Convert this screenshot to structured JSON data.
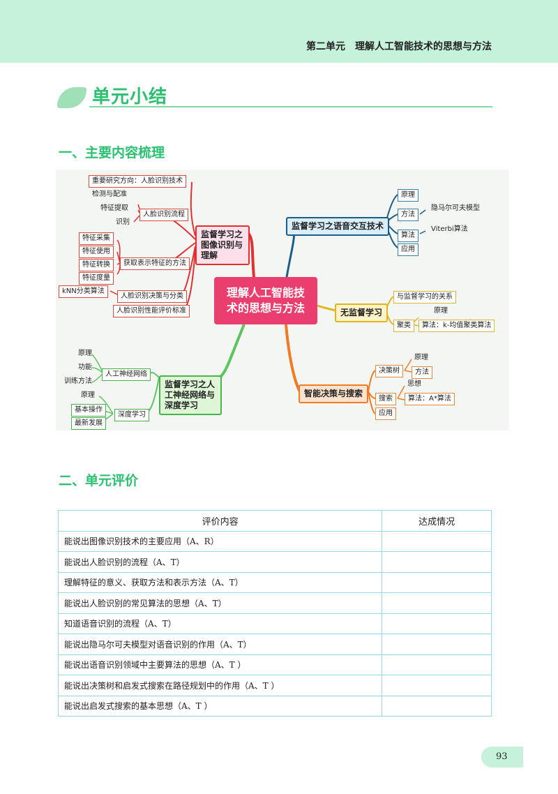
{
  "header": {
    "text": "第二单元　理解人工智能技术的思想与方法"
  },
  "section": {
    "title": "单元小结"
  },
  "headings": {
    "h1": "一、主要内容梳理",
    "h2": "二、单元评价"
  },
  "mindmap": {
    "center": [
      "理解人工智能技",
      "术的思想与方法"
    ],
    "branch_image": [
      "监督学习之",
      "图像识别与",
      "理解"
    ],
    "branch_speech": "监督学习之语音交互技术",
    "branch_unsup": "无监督学习",
    "branch_decision": "智能决策与搜索",
    "branch_nn": [
      "监督学习之人",
      "工神经网络与",
      "深度学习"
    ],
    "image_children": {
      "research": "重要研究方向：人脸识别技术",
      "flow": "人脸识别流程",
      "flow_items": [
        "检测与配准",
        "特征提取",
        "识别"
      ],
      "feature": "获取表示特征的方法",
      "feature_items": [
        "特征采集",
        "特征使用",
        "特征转换",
        "特征度量"
      ],
      "decision": "人脸识别决策与分类",
      "knn": "kNN分类算法",
      "eval": "人脸识别性能评价标准"
    },
    "speech_children": {
      "principle": "原理",
      "method": "方法",
      "hmm": "隐马尔可夫模型",
      "algo": "算法",
      "viterbi": "Viterbi算法",
      "app": "应用"
    },
    "unsup_children": {
      "relation": "与监督学习的关系",
      "cluster": "聚类",
      "principle": "原理",
      "kmeans": "算法：k-均值聚类算法"
    },
    "decision_children": {
      "tree": "决策树",
      "tree_principle": "原理",
      "tree_method": "方法",
      "search": "搜索",
      "search_idea": "思想",
      "astar": "算法：A*算法",
      "app": "应用"
    },
    "nn_children": {
      "ann": "人工神经网络",
      "ann_items": [
        "原理",
        "功能",
        "训练方法"
      ],
      "dl": "深度学习",
      "dl_items": [
        "原理",
        "基本操作",
        "最新发展"
      ]
    }
  },
  "eval_table": {
    "headers": [
      "评价内容",
      "达成情况"
    ],
    "rows": [
      "能说出图像识别技术的主要应用（A、R）",
      "能说出人脸识别的流程（A、T）",
      "理解特征的意义、获取方法和表示方法（A、T）",
      "能说出人脸识别的常见算法的思想（A、T）",
      "知道语音识别的流程（A、T）",
      "能说出隐马尔可夫模型对语音识别的作用（A、T）",
      "能说出语音识别领域中主要算法的思想（A、T ）",
      "能说出决策树和启发式搜索在路径规划中的作用（A、T ）",
      "能说出启发式搜索的基本思想（A、T ）"
    ]
  },
  "page_number": "93"
}
